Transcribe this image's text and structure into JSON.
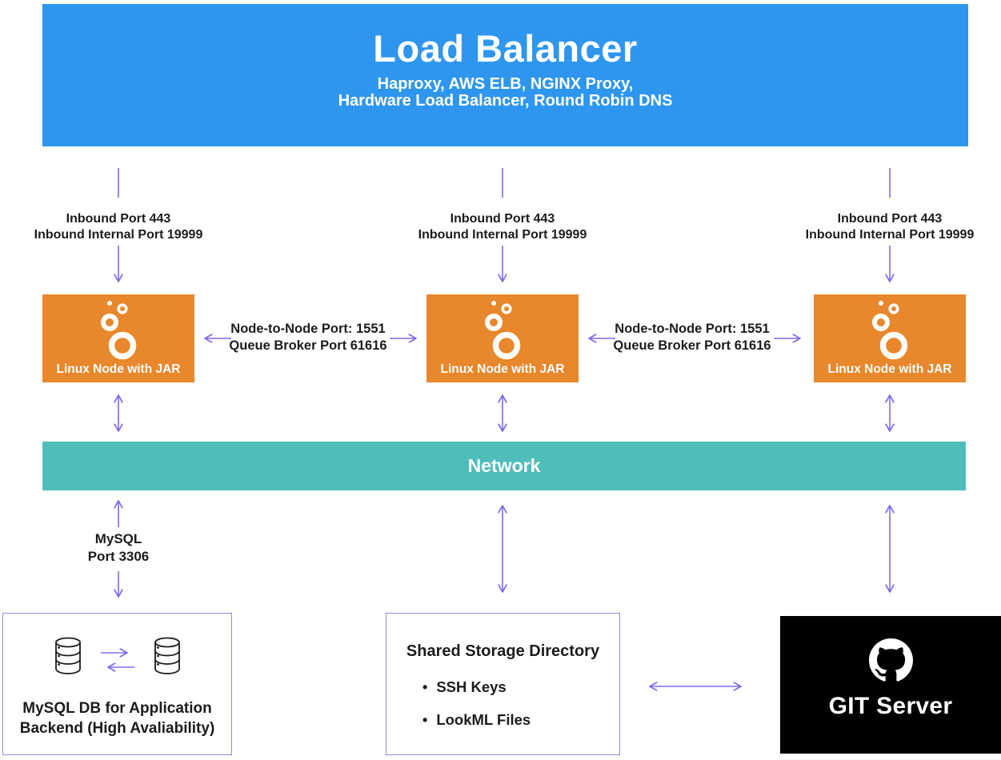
{
  "colors": {
    "load_balancer_blue": "#2e96ee",
    "node_orange": "#e8872b",
    "network_teal": "#4fbdb9",
    "arrow_purple": "#7d6bef",
    "box_border_purple": "#9187e6",
    "git_black": "#000000",
    "text_dark": "#1c1c1e"
  },
  "load_balancer": {
    "title": "Load Balancer",
    "subtitle_line1": "Haproxy, AWS ELB, NGINX Proxy,",
    "subtitle_line2": "Hardware Load Balancer, Round Robin DNS"
  },
  "inbound_label": {
    "line1": "Inbound Port 443",
    "line2": "Inbound Internal Port 19999"
  },
  "node": {
    "label": "Linux Node with JAR",
    "icon": "looker-bubbles-icon"
  },
  "node_link_label": {
    "line1": "Node-to-Node Port: 1551",
    "line2": "Queue Broker Port 61616"
  },
  "network": {
    "label": "Network"
  },
  "mysql_link_label": {
    "line1": "MySQL",
    "line2": "Port 3306"
  },
  "mysql_db_box": {
    "caption_line1": "MySQL DB for Application",
    "caption_line2": "Backend (High Avaliability)",
    "icon": "database-replication-icon"
  },
  "shared_storage_box": {
    "title": "Shared Storage Directory",
    "bullet_glyph": "•",
    "items": [
      "SSH Keys",
      "LookML Files"
    ]
  },
  "git_server_box": {
    "label": "GIT Server",
    "icon": "github-octocat-icon"
  }
}
